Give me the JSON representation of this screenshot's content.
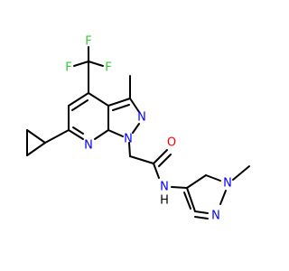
{
  "molecule": {
    "labels": {
      "F1": "F",
      "F2": "F",
      "F3": "F",
      "N_pyridine": "N",
      "N1": "N",
      "N2": "N",
      "O": "O",
      "NH": "N",
      "H": "H",
      "N_pz1": "N",
      "N_pz2": "N"
    },
    "colors": {
      "nitrogen": "#0000ff",
      "oxygen": "#ff0000",
      "fluorine": "#33cc33",
      "hydrogen": "#000000",
      "bond": "#000000"
    }
  }
}
